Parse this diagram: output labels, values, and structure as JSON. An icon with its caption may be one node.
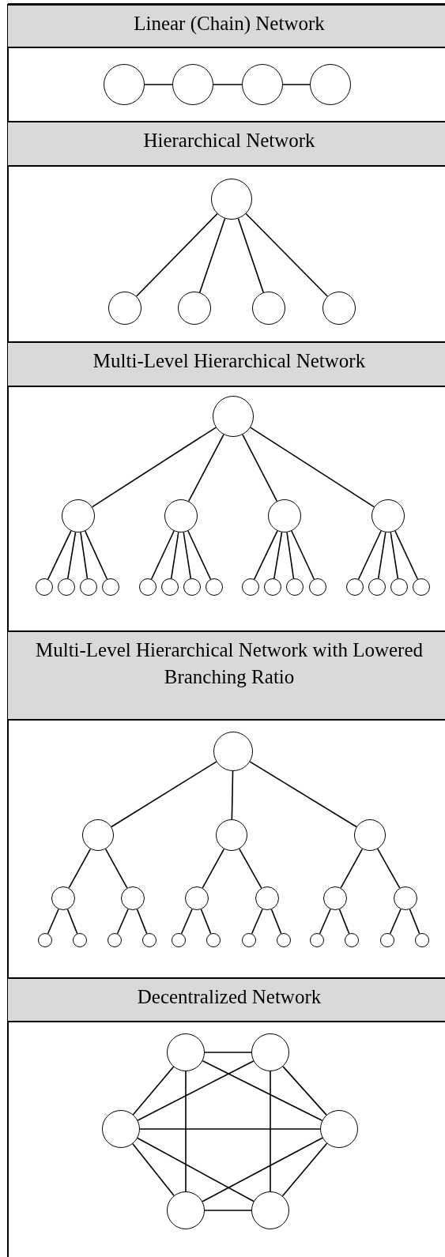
{
  "diagram": {
    "nodes": [
      {
        "text": [
          "Linear (Chain) Network"
        ]
      },
      {
        "text": [],
        "shape": "circle"
      },
      {
        "text": [],
        "shape": "circle"
      },
      {
        "text": [],
        "shape": "circle"
      },
      {
        "text": [],
        "shape": "circle"
      },
      {
        "text": [
          "Hierarchical Network"
        ]
      },
      {
        "text": [],
        "shape": "circle"
      },
      {
        "text": [],
        "shape": "circle"
      },
      {
        "text": [],
        "shape": "circle"
      },
      {
        "text": [],
        "shape": "circle"
      },
      {
        "text": [],
        "shape": "circle"
      },
      {
        "text": [
          "Multi-Level Hierarchical Network"
        ]
      },
      {
        "text": [],
        "shape": "circle"
      },
      {
        "text": [],
        "shape": "circle"
      },
      {
        "text": [],
        "shape": "circle"
      },
      {
        "text": [],
        "shape": "circle"
      },
      {
        "text": [],
        "shape": "circle"
      },
      {
        "text": [],
        "shape": "circle"
      },
      {
        "text": [],
        "shape": "circle"
      },
      {
        "text": [],
        "shape": "circle"
      },
      {
        "text": [],
        "shape": "circle"
      },
      {
        "text": [],
        "shape": "circle"
      },
      {
        "text": [],
        "shape": "circle"
      },
      {
        "text": [],
        "shape": "circle"
      },
      {
        "text": [],
        "shape": "circle"
      },
      {
        "text": [],
        "shape": "circle"
      },
      {
        "text": [],
        "shape": "circle"
      },
      {
        "text": [],
        "shape": "circle"
      },
      {
        "text": [],
        "shape": "circle"
      },
      {
        "text": [],
        "shape": "circle"
      },
      {
        "text": [],
        "shape": "circle"
      },
      {
        "text": [],
        "shape": "circle"
      },
      {
        "text": [],
        "shape": "circle"
      },
      {
        "text": [
          "Multi-Level Hierarchical Network with Lowered Branching Ratio"
        ]
      },
      {
        "text": [],
        "shape": "circle"
      },
      {
        "text": [],
        "shape": "circle"
      },
      {
        "text": [],
        "shape": "circle"
      },
      {
        "text": [],
        "shape": "circle"
      },
      {
        "text": [],
        "shape": "circle"
      },
      {
        "text": [],
        "shape": "circle"
      },
      {
        "text": [],
        "shape": "circle"
      },
      {
        "text": [],
        "shape": "circle"
      },
      {
        "text": [],
        "shape": "circle"
      },
      {
        "text": [],
        "shape": "circle"
      },
      {
        "text": [],
        "shape": "circle"
      },
      {
        "text": [],
        "shape": "circle"
      },
      {
        "text": [],
        "shape": "circle"
      },
      {
        "text": [],
        "shape": "circle"
      },
      {
        "text": [],
        "shape": "circle"
      },
      {
        "text": [],
        "shape": "circle"
      },
      {
        "text": [],
        "shape": "circle"
      },
      {
        "text": [],
        "shape": "circle"
      },
      {
        "text": [],
        "shape": "circle"
      },
      {
        "text": [],
        "shape": "circle"
      },
      {
        "text": [],
        "shape": "circle"
      },
      {
        "text": [],
        "shape": "circle"
      },
      {
        "text": [
          "Decentralized Network"
        ]
      },
      {
        "text": [],
        "shape": "circle"
      },
      {
        "text": [],
        "shape": "circle"
      },
      {
        "text": [],
        "shape": "circle"
      },
      {
        "text": [],
        "shape": "circle"
      },
      {
        "text": [],
        "shape": "circle"
      },
      {
        "text": [],
        "shape": "circle"
      }
    ],
    "edges": [
      {
        "from": 1,
        "to": 2,
        "arrow": "none"
      },
      {
        "from": 2,
        "to": 3,
        "arrow": "none"
      },
      {
        "from": 3,
        "to": 4,
        "arrow": "none"
      },
      {
        "from": 6,
        "to": 7,
        "arrow": "none"
      },
      {
        "from": 6,
        "to": 8,
        "arrow": "none"
      },
      {
        "from": 6,
        "to": 9,
        "arrow": "none"
      },
      {
        "from": 6,
        "to": 10,
        "arrow": "none"
      },
      {
        "from": 12,
        "to": 13,
        "arrow": "none"
      },
      {
        "from": 12,
        "to": 14,
        "arrow": "none"
      },
      {
        "from": 12,
        "to": 15,
        "arrow": "none"
      },
      {
        "from": 12,
        "to": 16,
        "arrow": "none"
      },
      {
        "from": 13,
        "to": 17,
        "arrow": "none"
      },
      {
        "from": 13,
        "to": 18,
        "arrow": "none"
      },
      {
        "from": 13,
        "to": 19,
        "arrow": "none"
      },
      {
        "from": 13,
        "to": 20,
        "arrow": "none"
      },
      {
        "from": 14,
        "to": 21,
        "arrow": "none"
      },
      {
        "from": 14,
        "to": 22,
        "arrow": "none"
      },
      {
        "from": 14,
        "to": 23,
        "arrow": "none"
      },
      {
        "from": 14,
        "to": 24,
        "arrow": "none"
      },
      {
        "from": 15,
        "to": 25,
        "arrow": "none"
      },
      {
        "from": 15,
        "to": 26,
        "arrow": "none"
      },
      {
        "from": 15,
        "to": 27,
        "arrow": "none"
      },
      {
        "from": 15,
        "to": 28,
        "arrow": "none"
      },
      {
        "from": 16,
        "to": 29,
        "arrow": "none"
      },
      {
        "from": 16,
        "to": 30,
        "arrow": "none"
      },
      {
        "from": 16,
        "to": 31,
        "arrow": "none"
      },
      {
        "from": 16,
        "to": 32,
        "arrow": "none"
      },
      {
        "from": 34,
        "to": 35,
        "arrow": "none"
      },
      {
        "from": 34,
        "to": 36,
        "arrow": "none"
      },
      {
        "from": 34,
        "to": 37,
        "arrow": "none"
      },
      {
        "from": 35,
        "to": 38,
        "arrow": "none"
      },
      {
        "from": 35,
        "to": 39,
        "arrow": "none"
      },
      {
        "from": 36,
        "to": 40,
        "arrow": "none"
      },
      {
        "from": 36,
        "to": 41,
        "arrow": "none"
      },
      {
        "from": 37,
        "to": 42,
        "arrow": "none"
      },
      {
        "from": 37,
        "to": 43,
        "arrow": "none"
      },
      {
        "from": 38,
        "to": 44,
        "arrow": "none"
      },
      {
        "from": 38,
        "to": 45,
        "arrow": "none"
      },
      {
        "from": 39,
        "to": 46,
        "arrow": "none"
      },
      {
        "from": 39,
        "to": 47,
        "arrow": "none"
      },
      {
        "from": 40,
        "to": 48,
        "arrow": "none"
      },
      {
        "from": 40,
        "to": 49,
        "arrow": "none"
      },
      {
        "from": 41,
        "to": 50,
        "arrow": "none"
      },
      {
        "from": 41,
        "to": 51,
        "arrow": "none"
      },
      {
        "from": 42,
        "to": 52,
        "arrow": "none"
      },
      {
        "from": 42,
        "to": 53,
        "arrow": "none"
      },
      {
        "from": 43,
        "to": 54,
        "arrow": "none"
      },
      {
        "from": 43,
        "to": 55,
        "arrow": "none"
      },
      {
        "from": 57,
        "to": 58,
        "arrow": "none"
      },
      {
        "from": 57,
        "to": 59,
        "arrow": "none"
      },
      {
        "from": 58,
        "to": 60,
        "arrow": "none"
      },
      {
        "from": 57,
        "to": 61,
        "arrow": "none"
      },
      {
        "from": 58,
        "to": 62,
        "arrow": "none"
      },
      {
        "from": 57,
        "to": 60,
        "arrow": "none"
      },
      {
        "from": 58,
        "to": 59,
        "arrow": "none"
      },
      {
        "from": 59,
        "to": 60,
        "arrow": "none"
      },
      {
        "from": 59,
        "to": 62,
        "arrow": "none"
      },
      {
        "from": 60,
        "to": 61,
        "arrow": "none"
      },
      {
        "from": 59,
        "to": 61,
        "arrow": "none"
      },
      {
        "from": 60,
        "to": 62,
        "arrow": "none"
      },
      {
        "from": 61,
        "to": 62,
        "arrow": "none"
      }
    ]
  }
}
